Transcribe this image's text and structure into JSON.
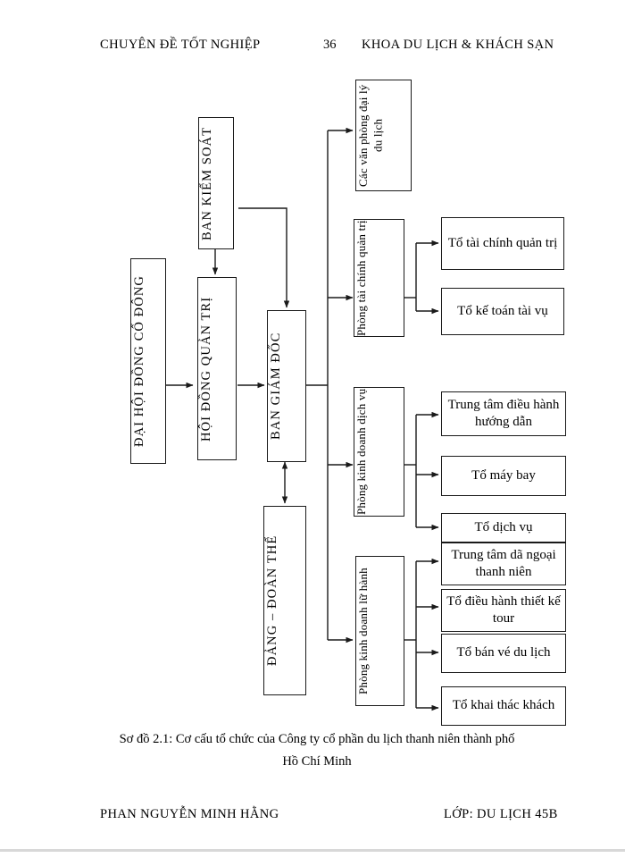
{
  "header": {
    "left": "CHUYÊN ĐỀ TỐT NGHIỆP",
    "page_number": "36",
    "right": "KHOA DU LỊCH & KHÁCH SẠN"
  },
  "footer": {
    "author": "PHAN NGUYỄN MINH HẰNG",
    "class": "LỚP: DU LỊCH 45B"
  },
  "caption": {
    "line1": "Sơ đồ 2.1: Cơ cấu tổ chức của Công ty cổ phần du lịch thanh niên thành phố",
    "line2": "Hồ Chí Minh"
  },
  "chart_data": {
    "type": "diagram",
    "subtype": "organizational-chart",
    "title": "Sơ đồ 2.1: Cơ cấu tổ chức của Công ty cổ phần du lịch thanh niên thành phố Hồ Chí Minh",
    "orientation": "left-to-right",
    "nodes": [
      {
        "id": "shareholders",
        "label": "ĐẠI HỘI ĐỒNG CỔ ĐÔNG",
        "level": 1,
        "text_orientation": "vertical"
      },
      {
        "id": "supervisory",
        "label": "BAN KIỂM SOÁT",
        "level": 2,
        "text_orientation": "vertical"
      },
      {
        "id": "board",
        "label": "HỘI ĐỒNG QUẢN TRỊ",
        "level": 2,
        "text_orientation": "vertical"
      },
      {
        "id": "directors",
        "label": "BAN GIÁM ĐỐC",
        "level": 3,
        "text_orientation": "vertical"
      },
      {
        "id": "party",
        "label": "ĐẢNG – ĐOÀN THỂ",
        "level": 3,
        "text_orientation": "vertical"
      },
      {
        "id": "agencies",
        "label": "Các văn phòng đại lý du lịch",
        "level": 4,
        "text_orientation": "vertical"
      },
      {
        "id": "finance_dept",
        "label": "Phòng tài chính quản trị",
        "level": 4,
        "text_orientation": "vertical"
      },
      {
        "id": "services_dept",
        "label": "Phòng kinh doanh dịch vụ",
        "level": 4,
        "text_orientation": "vertical"
      },
      {
        "id": "tour_dept",
        "label": "Phòng kinh doanh lữ hành",
        "level": 4,
        "text_orientation": "vertical"
      },
      {
        "id": "fin_admin",
        "label": "Tổ tài chính quản trị",
        "level": 5,
        "text_orientation": "horizontal"
      },
      {
        "id": "accounting",
        "label": "Tổ kế toán tài vụ",
        "level": 5,
        "text_orientation": "horizontal"
      },
      {
        "id": "op_center",
        "label": "Trung tâm điều hành hướng dẫn",
        "level": 5,
        "text_orientation": "horizontal"
      },
      {
        "id": "air_ticket",
        "label": "Tổ máy bay",
        "level": 5,
        "text_orientation": "horizontal"
      },
      {
        "id": "service_team",
        "label": "Tổ dịch vụ",
        "level": 5,
        "text_orientation": "horizontal"
      },
      {
        "id": "youth_center",
        "label": "Trung tâm dã ngoại thanh niên",
        "level": 5,
        "text_orientation": "horizontal"
      },
      {
        "id": "tour_design",
        "label": "Tổ điều hành thiết kế tour",
        "level": 5,
        "text_orientation": "horizontal"
      },
      {
        "id": "ticket_sales",
        "label": "Tổ bán vé du lịch",
        "level": 5,
        "text_orientation": "horizontal"
      },
      {
        "id": "client_dev",
        "label": "Tổ khai thác khách",
        "level": 5,
        "text_orientation": "horizontal"
      }
    ],
    "edges": [
      {
        "from": "shareholders",
        "to": "board",
        "type": "arrow"
      },
      {
        "from": "board",
        "to": "directors",
        "type": "arrow"
      },
      {
        "from": "supervisory",
        "to": "board",
        "type": "arrow"
      },
      {
        "from": "supervisory",
        "to": "directors",
        "type": "arrow"
      },
      {
        "from": "directors",
        "to": "party",
        "type": "double-arrow"
      },
      {
        "from": "directors",
        "to": "agencies",
        "type": "arrow"
      },
      {
        "from": "directors",
        "to": "finance_dept",
        "type": "arrow"
      },
      {
        "from": "directors",
        "to": "services_dept",
        "type": "arrow"
      },
      {
        "from": "directors",
        "to": "tour_dept",
        "type": "arrow"
      },
      {
        "from": "finance_dept",
        "to": "fin_admin",
        "type": "arrow"
      },
      {
        "from": "finance_dept",
        "to": "accounting",
        "type": "arrow"
      },
      {
        "from": "services_dept",
        "to": "op_center",
        "type": "arrow"
      },
      {
        "from": "services_dept",
        "to": "air_ticket",
        "type": "arrow"
      },
      {
        "from": "services_dept",
        "to": "service_team",
        "type": "arrow"
      },
      {
        "from": "tour_dept",
        "to": "youth_center",
        "type": "arrow"
      },
      {
        "from": "tour_dept",
        "to": "tour_design",
        "type": "arrow"
      },
      {
        "from": "tour_dept",
        "to": "ticket_sales",
        "type": "arrow"
      },
      {
        "from": "tour_dept",
        "to": "client_dev",
        "type": "arrow"
      }
    ],
    "colors": {
      "node_border": "#1a1a1a",
      "node_fill": "#ffffff",
      "connector": "#1a1a1a",
      "text": "#000000"
    }
  }
}
